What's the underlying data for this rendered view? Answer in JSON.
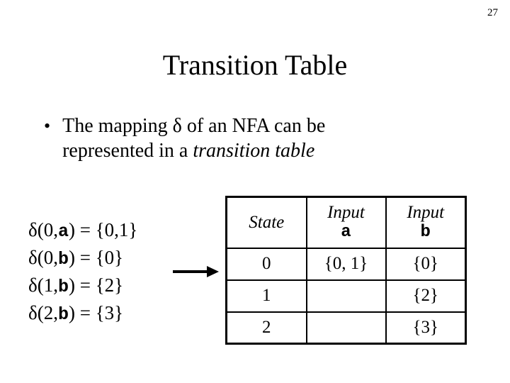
{
  "page_number": "27",
  "title": "Transition Table",
  "bullet": {
    "marker": "•",
    "line1": "The mapping δ of an NFA can be",
    "line2_normal": "represented in a ",
    "line2_italic": "transition table"
  },
  "equations": [
    {
      "pre": "δ(0,",
      "sym": "a",
      "post": ") = {0,1}"
    },
    {
      "pre": "δ(0,",
      "sym": "b",
      "post": ") = {0}"
    },
    {
      "pre": "δ(1,",
      "sym": "b",
      "post": ") = {2}"
    },
    {
      "pre": "δ(2,",
      "sym": "b",
      "post": ") = {3}"
    }
  ],
  "icons": {
    "right_arrow": "→"
  },
  "table": {
    "headers": {
      "state": "State",
      "input_a": {
        "line1": "Input",
        "line2": "a"
      },
      "input_b": {
        "line1": "Input",
        "line2": "b"
      }
    },
    "rows": [
      [
        "0",
        "{0, 1}",
        "{0}"
      ],
      [
        "1",
        "",
        "{2}"
      ],
      [
        "2",
        "",
        "{3}"
      ]
    ]
  },
  "colors": {
    "background": "#ffffff",
    "text": "#000000",
    "border": "#000000"
  }
}
